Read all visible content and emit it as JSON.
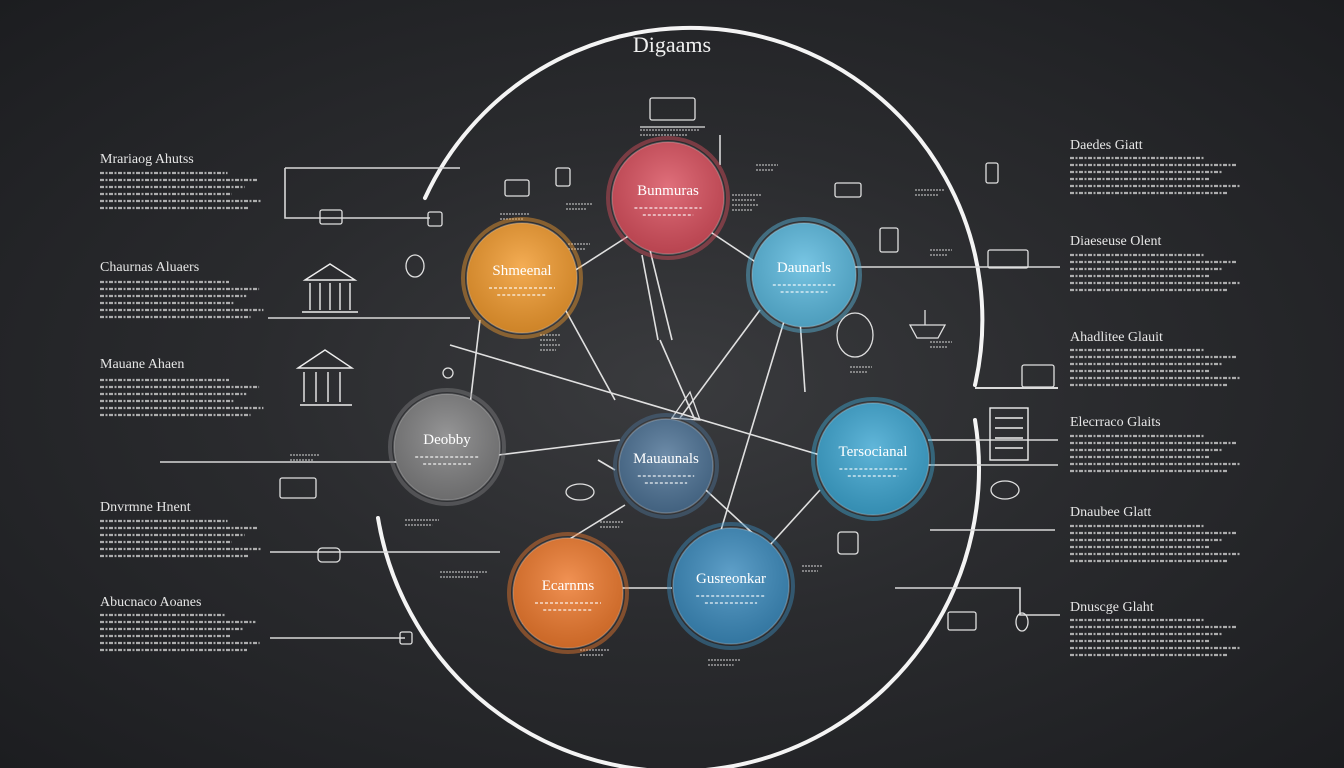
{
  "title": "Digaams",
  "colors": {
    "background": "#2a2b2e",
    "line": "#e8e8e8",
    "red": "#d9505e",
    "orange": "#f29b2f",
    "light_blue": "#5bb9de",
    "gray": "#7f7f80",
    "steel_blue": "#4e7396",
    "cyan": "#3ea6d1",
    "deep_orange": "#ee7a2e",
    "ocean_blue": "#3c8bbd"
  },
  "nodes": [
    {
      "id": "n1",
      "label": "Bunmuras",
      "color": "red"
    },
    {
      "id": "n2",
      "label": "Shmeenal",
      "color": "orange"
    },
    {
      "id": "n3",
      "label": "Daunarls",
      "color": "light_blue"
    },
    {
      "id": "n4",
      "label": "Deobby",
      "color": "gray"
    },
    {
      "id": "n5",
      "label": "Mauaunals",
      "color": "steel_blue"
    },
    {
      "id": "n6",
      "label": "Tersocianal",
      "color": "cyan"
    },
    {
      "id": "n7",
      "label": "Ecarnms",
      "color": "deep_orange"
    },
    {
      "id": "n8",
      "label": "Gusreonkar",
      "color": "ocean_blue"
    }
  ],
  "left_labels": [
    "Mrariaog Ahutss",
    "Chaurnas Aluaers",
    "Mauane Ahaen",
    "Dnvrmne Hnent",
    "Abucnaco Aoanes"
  ],
  "right_labels": [
    "Daedes Giatt",
    "Diaeseuse Olent",
    "Ahadlitee Glauit",
    "Elecrraco Glaits",
    "Dnaubee Glatt",
    "Dnuscge Glaht"
  ],
  "icons": [
    "bank-icon",
    "bank-icon",
    "monitor-icon",
    "tablet-icon",
    "device-icon",
    "boat-icon",
    "mouse-icon",
    "printer-icon",
    "server-icon",
    "lock-icon",
    "gadget-icon"
  ]
}
